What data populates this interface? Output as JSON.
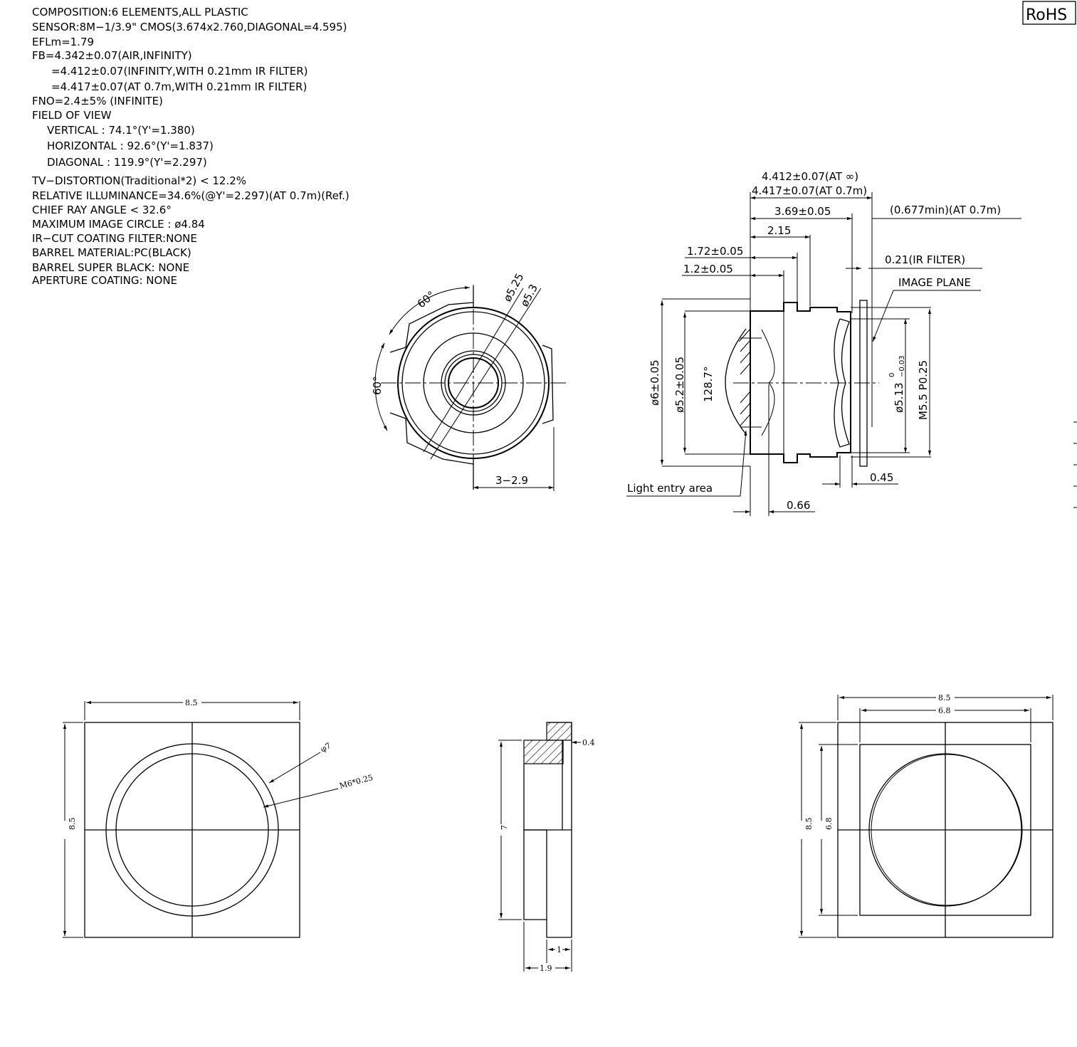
{
  "specs": [
    "COMPOSITION:6  ELEMENTS,ALL  PLASTIC",
    "SENSOR:8M−1/3.9\"  CMOS(3.674x2.760,DIAGONAL=4.595)",
    "EFLm=1.79",
    "FB=4.342±0.07(AIR,INFINITY)",
    "=4.412±0.07(INFINITY,WITH  0.21mm  IR  FILTER)",
    "=4.417±0.07(AT  0.7m,WITH  0.21mm  IR  FILTER)",
    "FNO=2.4±5%  (INFINITE)",
    "FIELD  OF  VIEW",
    "VERTICAL : 74.1°(Y'=1.380)",
    "HORIZONTAL : 92.6°(Y'=1.837)",
    "DIAGONAL : 119.9°(Y'=2.297)",
    "TV−DISTORTION(Traditional*2)  <  12.2%",
    "RELATIVE  ILLUMINANCE=34.6%(@Y'=2.297)(AT  0.7m)(Ref.)",
    "CHIEF  RAY  ANGLE  <  32.6°",
    "MAXIMUM  IMAGE  CIRCLE : ø4.84",
    "IR−CUT  COATING  FILTER:NONE",
    "BARREL  MATERIAL:PC(BLACK)",
    "BARREL  SUPER  BLACK:  NONE",
    "APERTURE  COATING:  NONE"
  ],
  "rohs": "RoHS",
  "front_view": {
    "angle_top": "60°",
    "angle_left": "60°",
    "dia_1": "ø5.25",
    "dia_2": "ø5.3",
    "width": "3−2.9"
  },
  "side_view": {
    "dim_total_inf": "4.412±0.07(AT  ∞)",
    "dim_total_07": "4.417±0.07(AT  0.7m)",
    "dim_369": "3.69±0.05",
    "dim_0677": "(0.677min)(AT  0.7m)",
    "dim_215": "2.15",
    "dim_172": "1.72±0.05",
    "dim_12": "1.2±0.05",
    "ir_filter": "0.21(IR  FILTER)",
    "image_plane": "IMAGE  PLANE",
    "dia_6": "ø6±0.05",
    "dia_52": "ø5.2±0.05",
    "angle_1287": "128.7°",
    "dia_513": "ø5.13",
    "dia_513_tol_upper": "0",
    "dia_513_tol_lower": "−0.03",
    "thread": "M5.5  P0.25",
    "dim_045": "0.45",
    "light_entry": "Light  entry  area",
    "dim_066": "0.66"
  },
  "holder_left": {
    "width": "8.5",
    "height": "8.5",
    "dia": "φ7",
    "thread": "M6*0.25"
  },
  "holder_section": {
    "dim_04": "0.4",
    "dim_7": "7",
    "dim_1": "1",
    "dim_19": "1.9"
  },
  "holder_right": {
    "outer_width": "8.5",
    "inner_width": "6.8",
    "outer_height": "8.5",
    "inner_height": "6.8"
  }
}
